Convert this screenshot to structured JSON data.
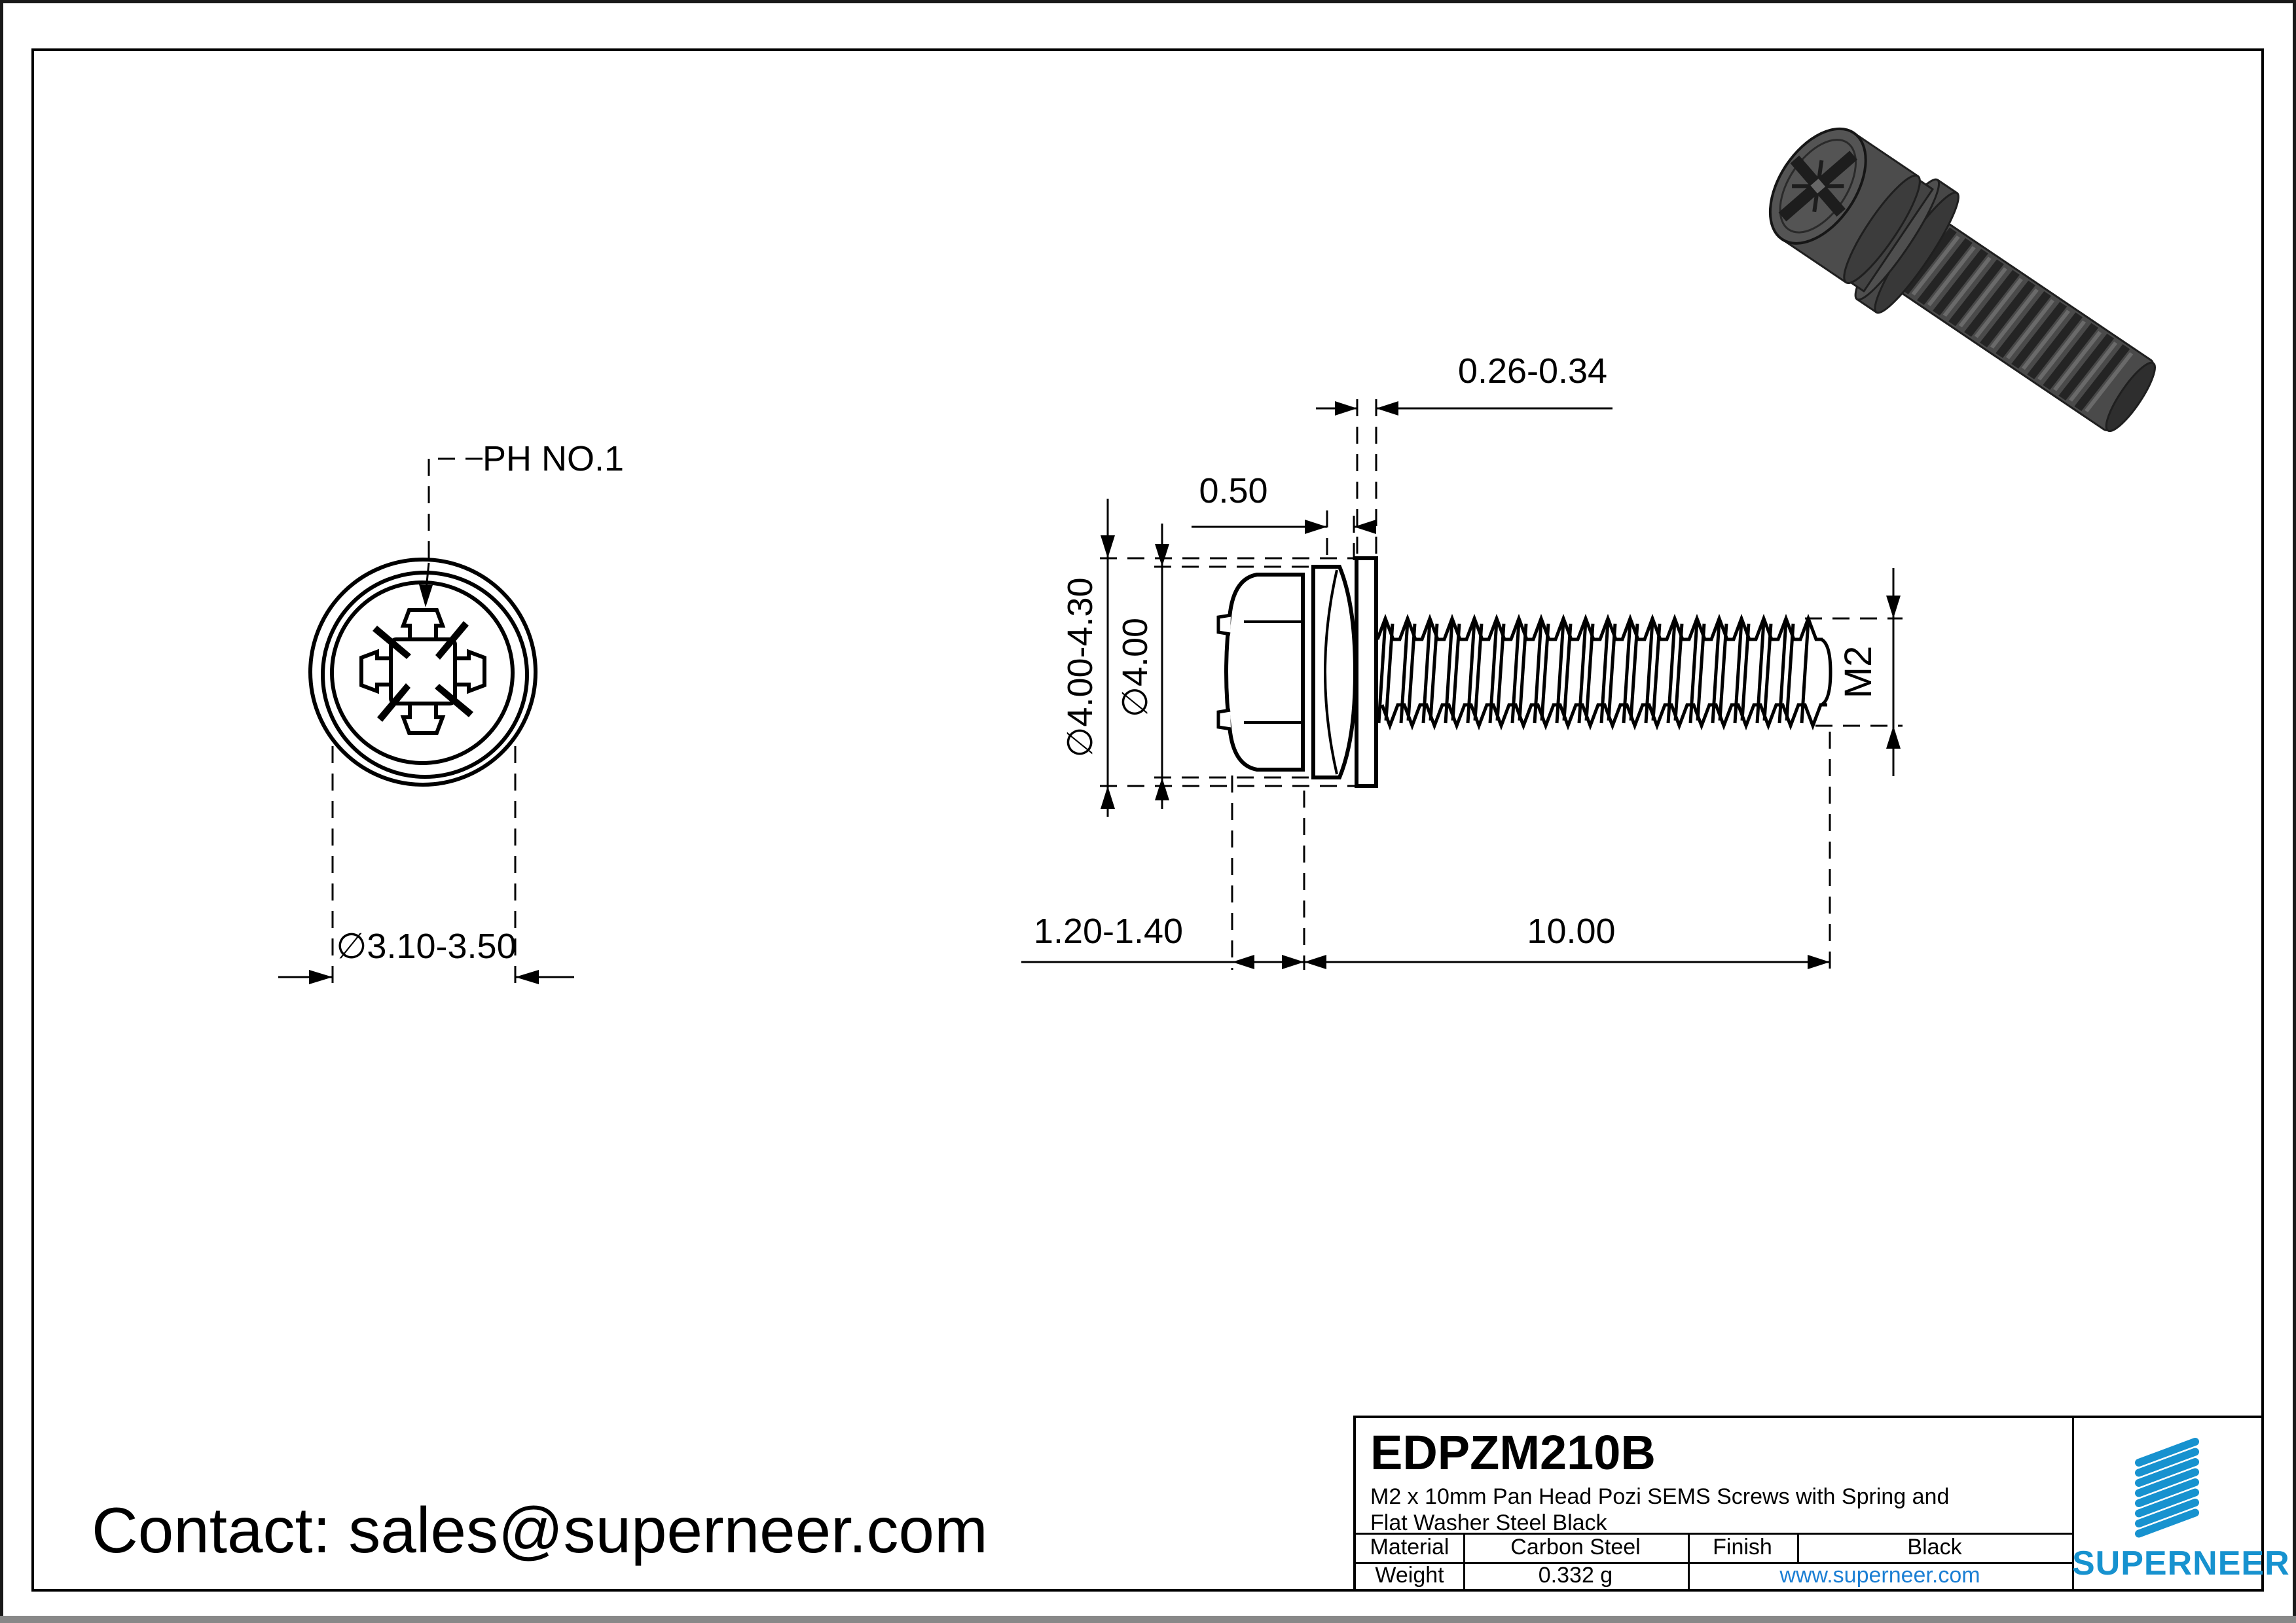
{
  "page": {
    "contact": "Contact: sales@superneer.com"
  },
  "drawing": {
    "labels": {
      "drive": "PH NO.1",
      "head_top_diameter": "∅3.10-3.50",
      "flat_washer_thickness": "0.26-0.34",
      "spring_washer_thickness": "0.50",
      "flat_washer_diameter": "∅4.00-4.30",
      "spring_washer_diameter": "∅4.00",
      "thread_size": "M2",
      "head_height": "1.20-1.40",
      "thread_length": "10.00"
    }
  },
  "title_block": {
    "part_number": "EDPZM210B",
    "description_lines": [
      "M2 x 10mm Pan Head Pozi SEMS Screws with Spring and",
      "Flat Washer Steel Black"
    ],
    "material_label": "Material",
    "material_value": "Carbon Steel",
    "finish_label": "Finish",
    "finish_value": "Black",
    "weight_label": "Weight",
    "weight_value": "0.332 g",
    "website": "www.superneer.com",
    "brand": "SUPERNEER"
  },
  "colors": {
    "brand_blue": "#1792cf",
    "link_blue": "#1b7fd4",
    "line_black": "#000000",
    "screw_body_gray": "#4a4a4a"
  }
}
